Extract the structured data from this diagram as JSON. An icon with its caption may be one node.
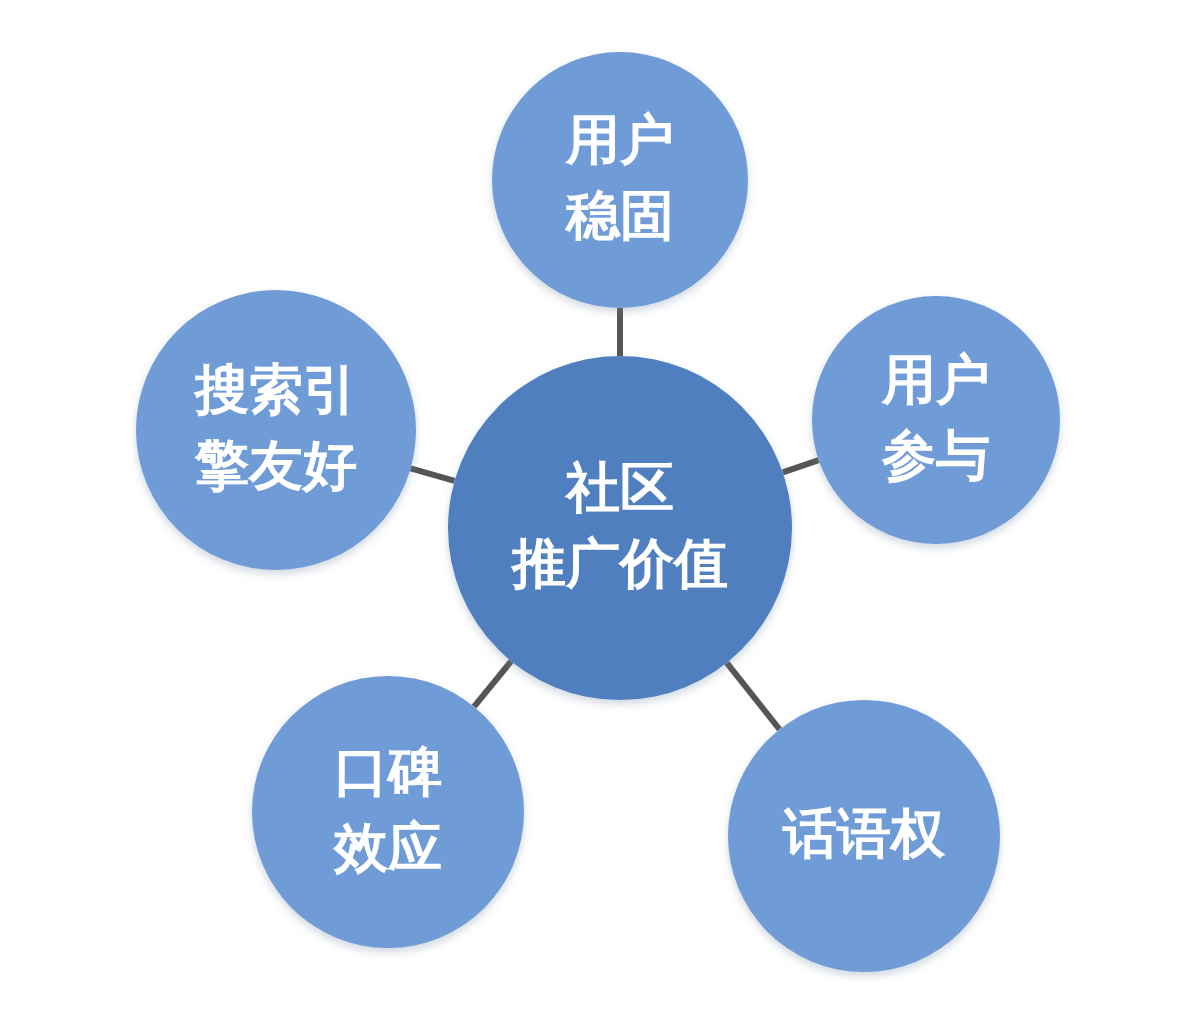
{
  "diagram": {
    "nodes": [
      {
        "text": [
          "社区",
          "推广价值"
        ]
      },
      {
        "text": [
          "用户稳固"
        ]
      },
      {
        "text": [
          "用户参与"
        ]
      },
      {
        "text": [
          "话语权"
        ]
      },
      {
        "text": [
          "口碑效应"
        ]
      },
      {
        "text": [
          "搜索引擎友好"
        ]
      }
    ],
    "edges": [
      {
        "from": 0,
        "to": 1,
        "arrow": "none"
      },
      {
        "from": 0,
        "to": 2,
        "arrow": "none"
      },
      {
        "from": 0,
        "to": 3,
        "arrow": "none"
      },
      {
        "from": 0,
        "to": 4,
        "arrow": "none"
      },
      {
        "from": 0,
        "to": 5,
        "arrow": "none"
      }
    ]
  }
}
